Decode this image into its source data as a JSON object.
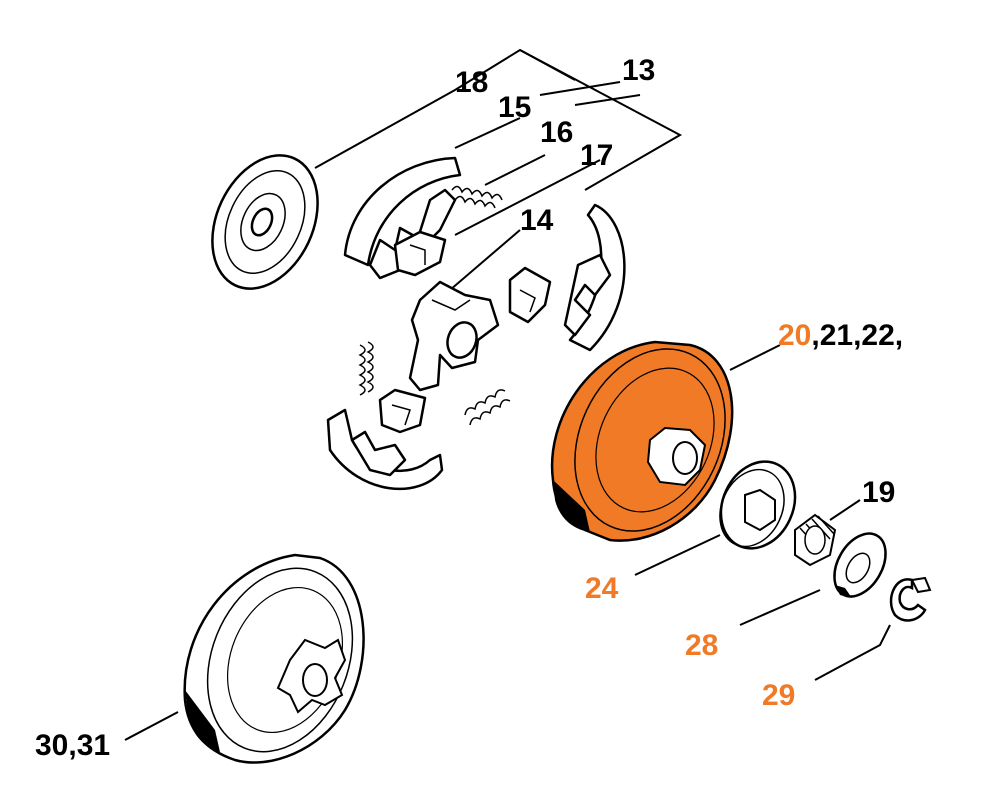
{
  "colors": {
    "highlight": "#f07a26",
    "line": "#000000",
    "background": "#ffffff"
  },
  "labels": {
    "l18": "18",
    "l13": "13",
    "l15": "15",
    "l16": "16",
    "l17": "17",
    "l14": "14",
    "l20": "20",
    "l20_rest": ",21,22,",
    "l19": "19",
    "l24": "24",
    "l28": "28",
    "l29": "29",
    "l30": "30,31"
  }
}
